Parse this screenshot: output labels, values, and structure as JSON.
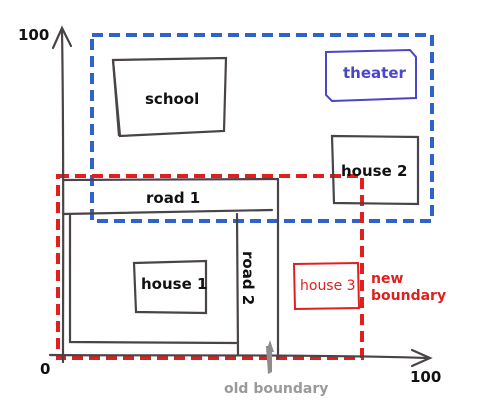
{
  "axes": {
    "x_max_label": "100",
    "y_max_label": "100",
    "origin_label": "0"
  },
  "regions": {
    "theater_zone": {
      "color": "#2f63c9"
    },
    "new_boundary": {
      "label": "new boundary",
      "line1": "new",
      "line2": "boundary",
      "color": "#e0201e"
    },
    "old_boundary": {
      "label": "old boundary",
      "color": "#9a9a9a"
    }
  },
  "buildings": {
    "school": {
      "label": "school"
    },
    "theater": {
      "label": "theater",
      "color": "#4a46c8"
    },
    "house2": {
      "label": "house 2"
    },
    "house1": {
      "label": "house 1"
    },
    "house3": {
      "label": "house 3",
      "color": "#e0201e"
    }
  },
  "roads": {
    "road1": {
      "label": "road 1"
    },
    "road2": {
      "label": "road 2"
    }
  },
  "colors": {
    "ink": "#4a4448",
    "label": "#111111"
  }
}
